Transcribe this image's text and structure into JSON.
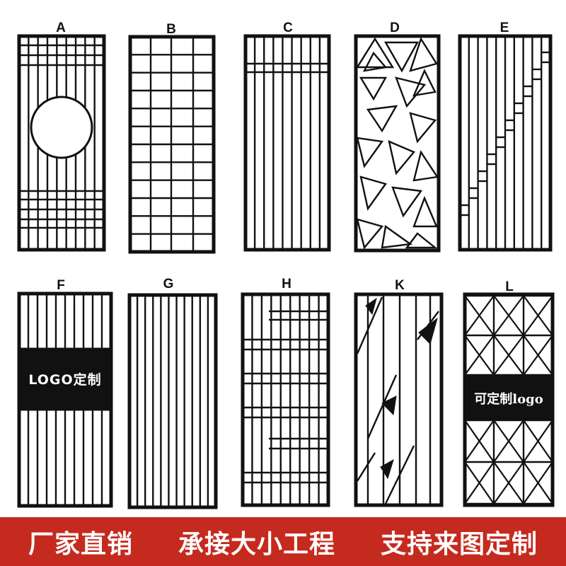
{
  "panels": {
    "a": "A",
    "b": "B",
    "c": "C",
    "d": "D",
    "e": "E",
    "f": "F",
    "g": "G",
    "h": "H",
    "k": "K",
    "l": "L"
  },
  "logo_labels": {
    "f": "LOGO定制",
    "l": "可定制logo"
  },
  "banner": {
    "phrases": [
      "厂家直销",
      "承接大小工程",
      "支持来图定制"
    ]
  },
  "colors": {
    "frame": "#111111",
    "banner_bg": "#c52a1e",
    "banner_text": "#ffffff"
  }
}
